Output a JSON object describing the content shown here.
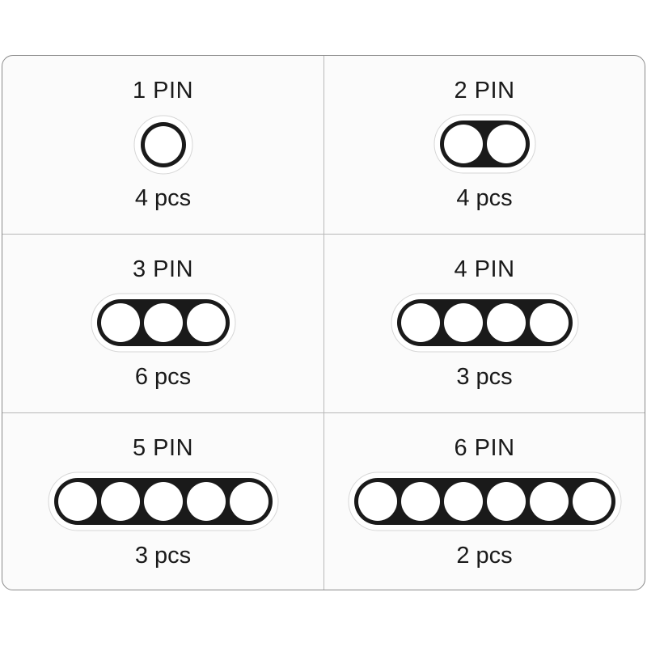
{
  "cells": [
    {
      "title": "1 PIN",
      "qty": "4 pcs",
      "pins": 1
    },
    {
      "title": "2 PIN",
      "qty": "4 pcs",
      "pins": 2
    },
    {
      "title": "3 PIN",
      "qty": "6 pcs",
      "pins": 3
    },
    {
      "title": "4 PIN",
      "qty": "3 pcs",
      "pins": 4
    },
    {
      "title": "5 PIN",
      "qty": "3 pcs",
      "pins": 5
    },
    {
      "title": "6 PIN",
      "qty": "2 pcs",
      "pins": 6
    }
  ],
  "icons": {
    "connector": "pin-connector-icon"
  },
  "colors": {
    "ink": "#1a1a1a",
    "border": "#8a8a8a",
    "background": "#fbfbfb"
  }
}
